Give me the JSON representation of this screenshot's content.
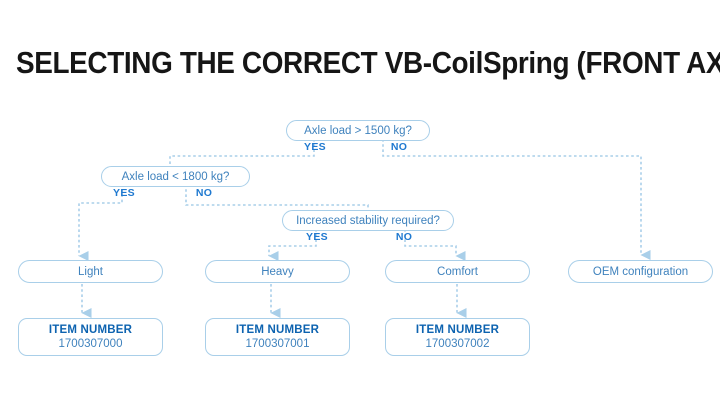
{
  "page": {
    "title": "SELECTING THE CORRECT VB-CoilSpring (FRONT AXLE)",
    "background_color": "#ffffff"
  },
  "colors": {
    "title_text": "#161616",
    "node_border": "#a9cfe9",
    "node_text": "#3f82bd",
    "branch_label": "#1f79d0",
    "item_label": "#0d63b0",
    "item_value": "#3f82bd",
    "connector": "#a9cfe9"
  },
  "flow": {
    "decisions": [
      {
        "id": "d1",
        "text": "Axle load > 1500 kg?",
        "yes_label": "YES",
        "no_label": "NO"
      },
      {
        "id": "d2",
        "text": "Axle load < 1800 kg?",
        "yes_label": "YES",
        "no_label": "NO"
      },
      {
        "id": "d3",
        "text": "Increased stability required?",
        "yes_label": "YES",
        "no_label": "NO"
      }
    ],
    "results": [
      {
        "id": "r1",
        "text": "Light"
      },
      {
        "id": "r2",
        "text": "Heavy"
      },
      {
        "id": "r3",
        "text": "Comfort"
      },
      {
        "id": "r4",
        "text": "OEM configuration"
      }
    ],
    "items": [
      {
        "id": "i1",
        "label": "ITEM NUMBER",
        "value": "1700307000"
      },
      {
        "id": "i2",
        "label": "ITEM NUMBER",
        "value": "1700307001"
      },
      {
        "id": "i3",
        "label": "ITEM NUMBER",
        "value": "1700307002"
      }
    ]
  }
}
